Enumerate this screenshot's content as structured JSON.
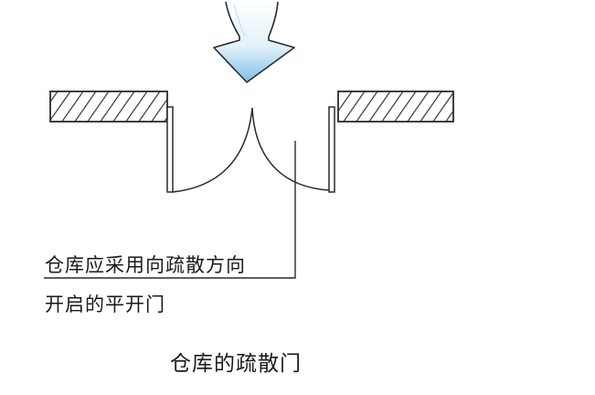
{
  "annotation": {
    "line1": "仓库应采用向疏散方向",
    "line2": "开启的平开门"
  },
  "caption": "仓库的疏散门",
  "colors": {
    "arrow_fill_light": "#e8f4fb",
    "arrow_fill_dark": "#86c3e8",
    "stroke": "#2a2a2a"
  },
  "icons": {
    "flow_arrow": "down-arrow-icon"
  }
}
